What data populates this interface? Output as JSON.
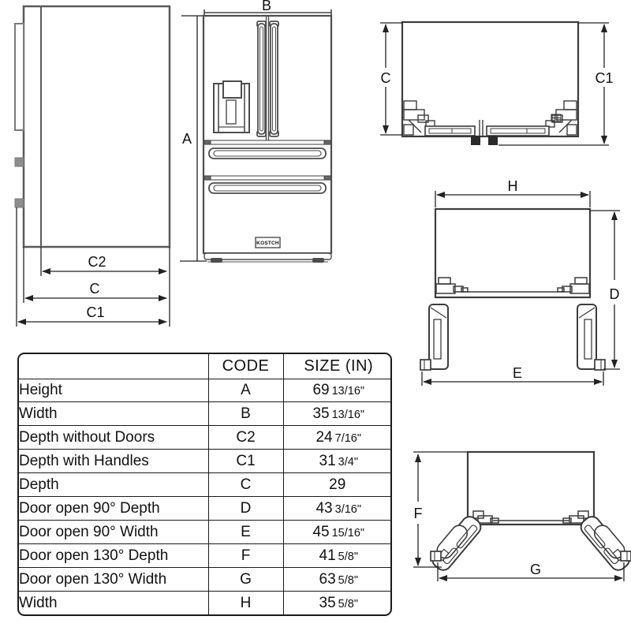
{
  "brand": "KOSTCH",
  "table": {
    "headers": [
      "",
      "CODE",
      "SIZE (IN)"
    ],
    "rows": [
      {
        "label": "Height",
        "code": "A",
        "size_main": "69",
        "size_frac": "13/16\""
      },
      {
        "label": "Width",
        "code": "B",
        "size_main": "35",
        "size_frac": "13/16\""
      },
      {
        "label": "Depth without Doors",
        "code": "C2",
        "size_main": "24",
        "size_frac": "7/16\""
      },
      {
        "label": "Depth with Handles",
        "code": "C1",
        "size_main": "31",
        "size_frac": "3/4\""
      },
      {
        "label": "Depth",
        "code": "C",
        "size_main": "29",
        "size_frac": ""
      },
      {
        "label": "Door open 90° Depth",
        "code": "D",
        "size_main": "43",
        "size_frac": "3/16\""
      },
      {
        "label": "Door open 90° Width",
        "code": "E",
        "size_main": "45",
        "size_frac": "15/16\""
      },
      {
        "label": "Door open 130° Depth",
        "code": "F",
        "size_main": "41",
        "size_frac": "5/8\""
      },
      {
        "label": "Door open 130° Width",
        "code": "G",
        "size_main": "63",
        "size_frac": "5/8\""
      },
      {
        "label": "Width",
        "code": "H",
        "size_main": "35",
        "size_frac": "5/8\""
      }
    ]
  },
  "diagrams": {
    "side_view": {
      "labels": {
        "c2": "C2",
        "c": "C",
        "c1": "C1"
      }
    },
    "front_view": {
      "labels": {
        "a": "A",
        "b": "B"
      }
    },
    "top_view_closed": {
      "labels": {
        "c": "C",
        "c1": "C1"
      }
    },
    "top_view_open_90": {
      "labels": {
        "h": "H",
        "d": "D",
        "e": "E"
      }
    },
    "top_view_open_130": {
      "labels": {
        "f": "F",
        "g": "G"
      }
    }
  },
  "colors": {
    "line": "#4d4d4d",
    "dim_line": "#222222",
    "text": "#111111",
    "background": "#ffffff"
  }
}
